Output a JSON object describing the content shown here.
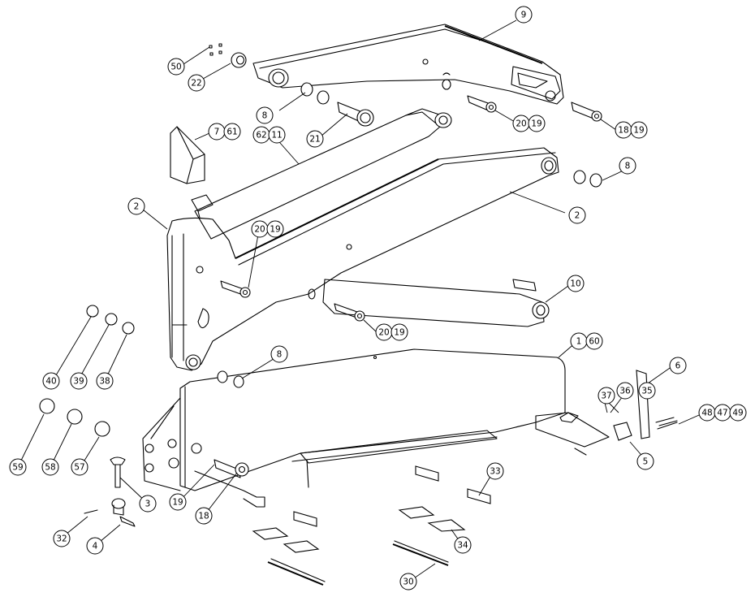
{
  "diagram": {
    "type": "exploded-parts-view",
    "subject": "Loader arm / boom assembly",
    "callouts": [
      {
        "id": "c9",
        "labels": [
          "9"
        ]
      },
      {
        "id": "c50",
        "labels": [
          "50"
        ]
      },
      {
        "id": "c22",
        "labels": [
          "22"
        ]
      },
      {
        "id": "c8a",
        "labels": [
          "8"
        ]
      },
      {
        "id": "c21",
        "labels": [
          "21"
        ]
      },
      {
        "id": "c20a",
        "labels": [
          "20",
          "19"
        ]
      },
      {
        "id": "c18a",
        "labels": [
          "18",
          "19"
        ]
      },
      {
        "id": "c7",
        "labels": [
          "7",
          "61"
        ]
      },
      {
        "id": "c11",
        "labels": [
          "62",
          "11"
        ]
      },
      {
        "id": "c8b",
        "labels": [
          "8"
        ]
      },
      {
        "id": "c2a",
        "labels": [
          "2"
        ]
      },
      {
        "id": "c2b",
        "labels": [
          "2"
        ]
      },
      {
        "id": "c20b",
        "labels": [
          "20",
          "19"
        ]
      },
      {
        "id": "c10",
        "labels": [
          "10"
        ]
      },
      {
        "id": "c20c",
        "labels": [
          "20",
          "19"
        ]
      },
      {
        "id": "c8c",
        "labels": [
          "8"
        ]
      },
      {
        "id": "c1",
        "labels": [
          "1",
          "60"
        ]
      },
      {
        "id": "c6",
        "labels": [
          "6"
        ]
      },
      {
        "id": "c37",
        "labels": [
          "37"
        ]
      },
      {
        "id": "c36",
        "labels": [
          "36"
        ]
      },
      {
        "id": "c35",
        "labels": [
          "35"
        ]
      },
      {
        "id": "c48",
        "labels": [
          "48",
          "47",
          "49"
        ]
      },
      {
        "id": "c5",
        "labels": [
          "5"
        ]
      },
      {
        "id": "c40",
        "labels": [
          "40"
        ]
      },
      {
        "id": "c39",
        "labels": [
          "39"
        ]
      },
      {
        "id": "c38",
        "labels": [
          "38"
        ]
      },
      {
        "id": "c59",
        "labels": [
          "59"
        ]
      },
      {
        "id": "c58",
        "labels": [
          "58"
        ]
      },
      {
        "id": "c57",
        "labels": [
          "57"
        ]
      },
      {
        "id": "c3",
        "labels": [
          "3"
        ]
      },
      {
        "id": "c19",
        "labels": [
          "19"
        ]
      },
      {
        "id": "c18b",
        "labels": [
          "18"
        ]
      },
      {
        "id": "c32",
        "labels": [
          "32"
        ]
      },
      {
        "id": "c4",
        "labels": [
          "4"
        ]
      },
      {
        "id": "c33",
        "labels": [
          "33"
        ]
      },
      {
        "id": "c34",
        "labels": [
          "34"
        ]
      },
      {
        "id": "c30",
        "labels": [
          "30"
        ]
      }
    ]
  }
}
